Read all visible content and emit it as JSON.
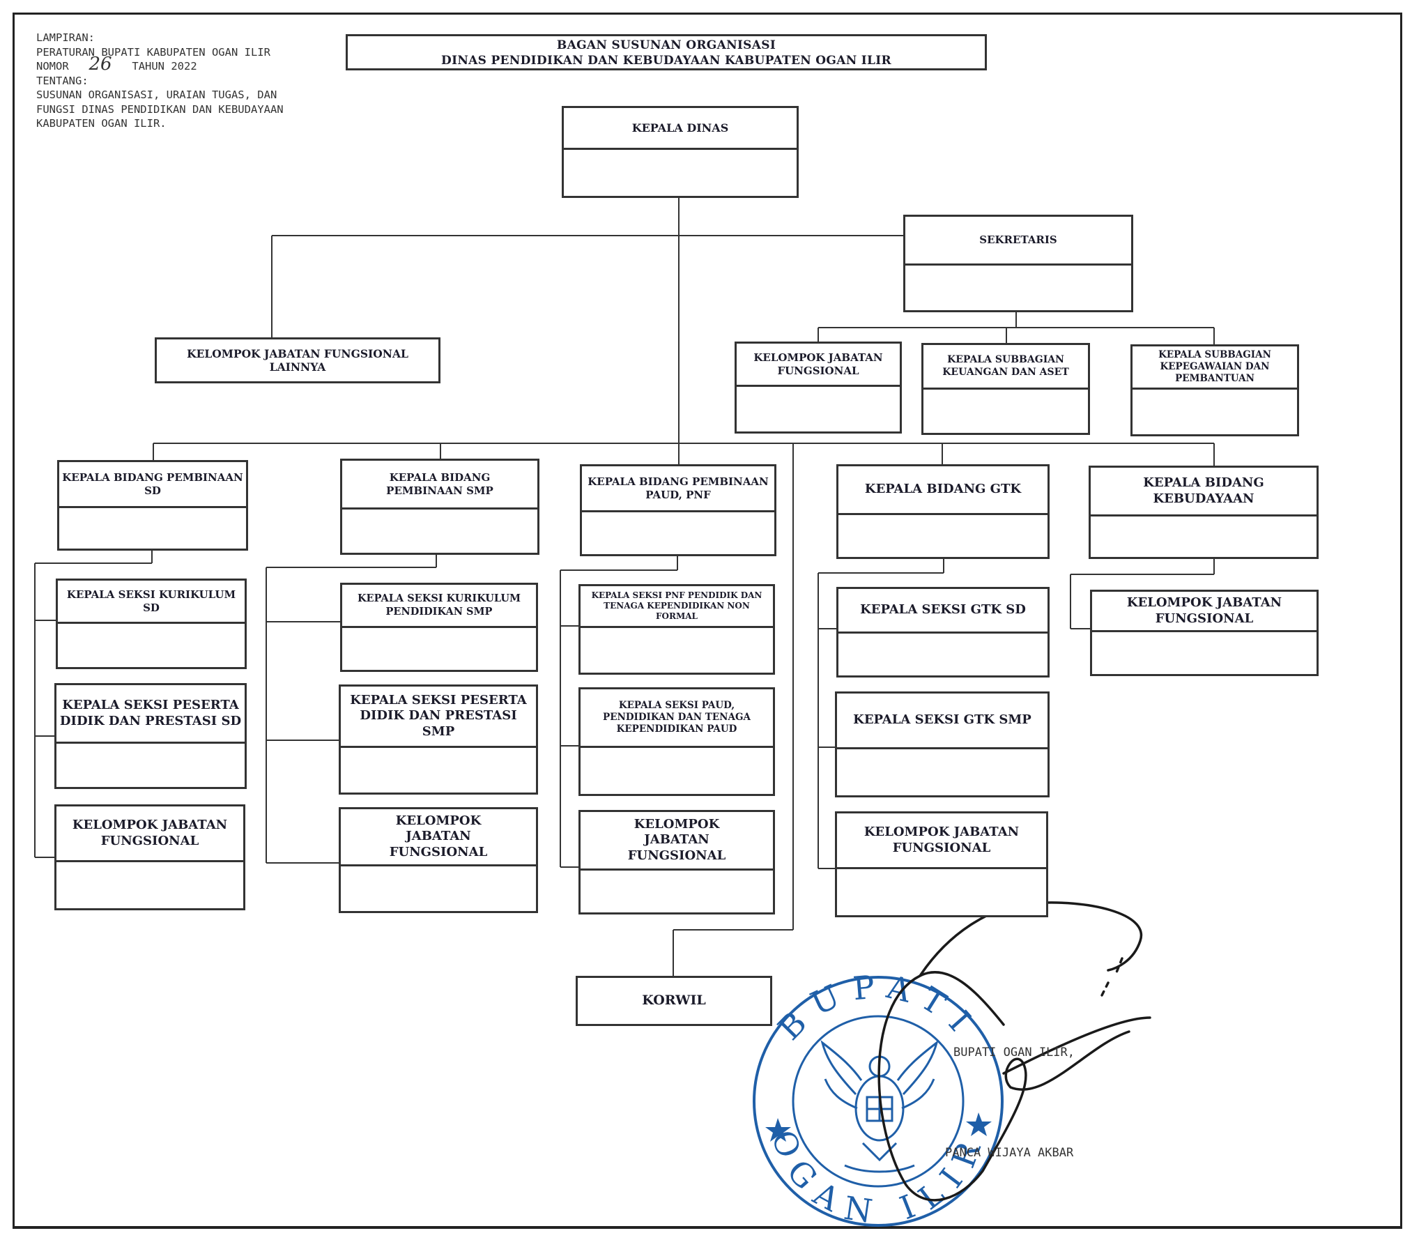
{
  "header": {
    "lines": [
      "LAMPIRAN:",
      "PERATURAN BUPATI KABUPATEN OGAN ILIR",
      "NOMOR",
      "TAHUN 2022",
      "TENTANG:",
      "SUSUNAN ORGANISASI, URAIAN TUGAS, DAN",
      "FUNGSI DINAS PENDIDIKAN DAN KEBUDAYAAN",
      "KABUPATEN OGAN ILIR."
    ],
    "nomor_handwritten": "26"
  },
  "title": {
    "line1": "BAGAN SUSUNAN ORGANISASI",
    "line2": "DINAS PENDIDIKAN DAN KEBUDAYAAN KABUPATEN OGAN ILIR"
  },
  "units": {
    "kepala_dinas": "KEPALA DINAS",
    "sekretaris": "SEKRETARIS",
    "jf_lainnya": "KELOMPOK JABATAN FUNGSIONAL LAINNYA",
    "jf_sekretariat": "KELOMPOK JABATAN FUNGSIONAL",
    "subbag_keuangan": "KEPALA SUBBAGIAN KEUANGAN DAN ASET",
    "subbag_kepegawaian": "KEPALA SUBBAGIAN KEPEGAWAIAN DAN PEMBANTUAN",
    "bidang_sd": "KEPALA BIDANG PEMBINAAN SD",
    "bidang_smp": "KEPALA BIDANG PEMBINAAN SMP",
    "bidang_paud": "KEPALA BIDANG PEMBINAAN PAUD, PNF",
    "bidang_gtk": "KEPALA BIDANG GTK",
    "bidang_kebudayaan": "KEPALA BIDANG KEBUDAYAAN",
    "sd_kurikulum": "KEPALA SEKSI KURIKULUM SD",
    "sd_peserta": "KEPALA SEKSI PESERTA DIDIK DAN PRESTASI SD",
    "sd_jf": "KELOMPOK JABATAN FUNGSIONAL",
    "smp_kurikulum": "KEPALA SEKSI KURIKULUM PENDIDIKAN SMP",
    "smp_peserta": "KEPALA SEKSI PESERTA DIDIK DAN PRESTASI SMP",
    "smp_jf": "KELOMPOK JABATAN FUNGSIONAL",
    "paud_pnf": "KEPALA SEKSI PNF PENDIDIK DAN TENAGA KEPENDIDIKAN NON FORMAL",
    "paud_paud": "KEPALA SEKSI PAUD, PENDIDIKAN DAN TENAGA KEPENDIDIKAN PAUD",
    "paud_jf": "KELOMPOK JABATAN FUNGSIONAL",
    "gtk_sd": "KEPALA SEKSI GTK SD",
    "gtk_smp": "KEPALA SEKSI GTK SMP",
    "gtk_jf": "KELOMPOK JABATAN FUNGSIONAL",
    "kebudayaan_jf": "KELOMPOK JABATAN FUNGSIONAL",
    "korwil": "KORWIL"
  },
  "signature": {
    "position": "BUPATI OGAN ILIR,",
    "name": "PANCA WIJAYA AKBAR",
    "seal_top": "BUPATI",
    "seal_bottom": "OGAN ILIR"
  },
  "colors": {
    "ink": "#333333",
    "seal_blue": "#1f5fa8",
    "signature_ink": "#1a1a1a"
  }
}
